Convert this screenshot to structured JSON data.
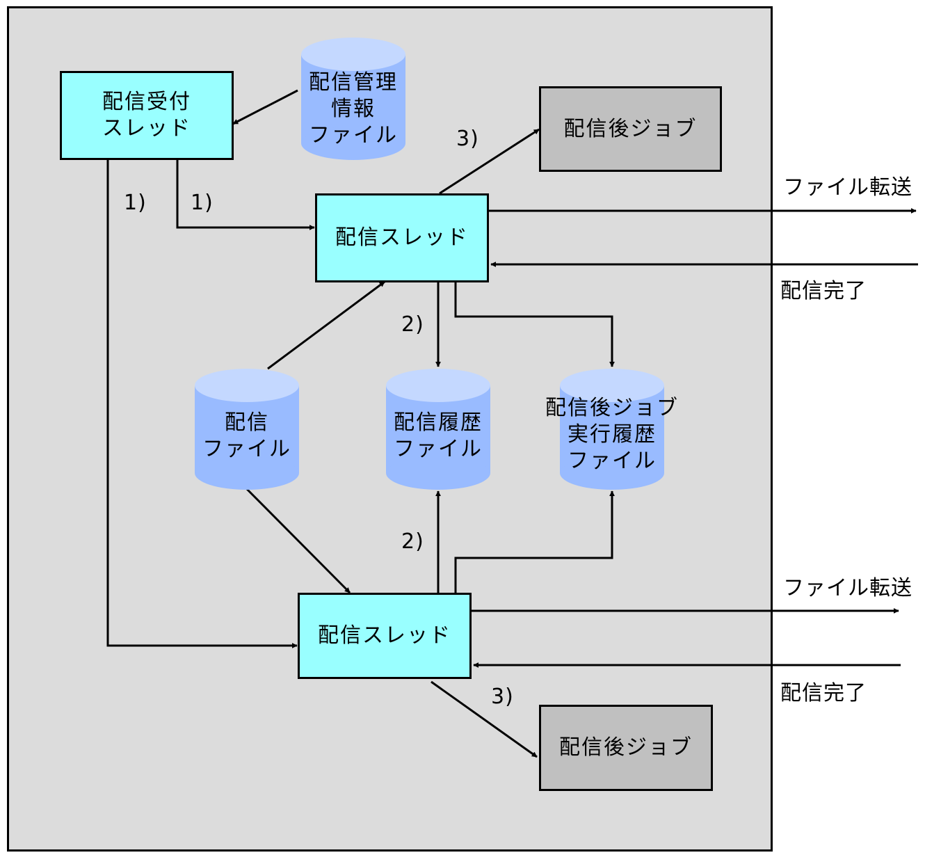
{
  "nodes": {
    "reception_thread": "配信受付\nスレッド",
    "management_file": "配信管理\n情報\nファイル",
    "post_job_top": "配信後ジョブ",
    "thread_top": "配信スレッド",
    "delivery_file": "配信\nファイル",
    "history_file": "配信履歴\nファイル",
    "job_history_file": "配信後ジョブ\n実行履歴\nファイル",
    "thread_bottom": "配信スレッド",
    "post_job_bottom": "配信後ジョブ"
  },
  "step_labels": {
    "s1_left": "1)",
    "s1_right": "1)",
    "s3_top": "3)",
    "s2_top": "2)",
    "s2_bottom": "2)",
    "s3_bottom": "3)"
  },
  "external_labels": {
    "transfer_top": "ファイル転送",
    "complete_top": "配信完了",
    "transfer_bottom": "ファイル転送",
    "complete_bottom": "配信完了"
  },
  "colors": {
    "background_area": "#dcdcdc",
    "thread_box": "#99ffff",
    "job_box": "#c0c0c0",
    "cylinder_body": "#99bbff",
    "cylinder_top": "#c4d8ff"
  }
}
